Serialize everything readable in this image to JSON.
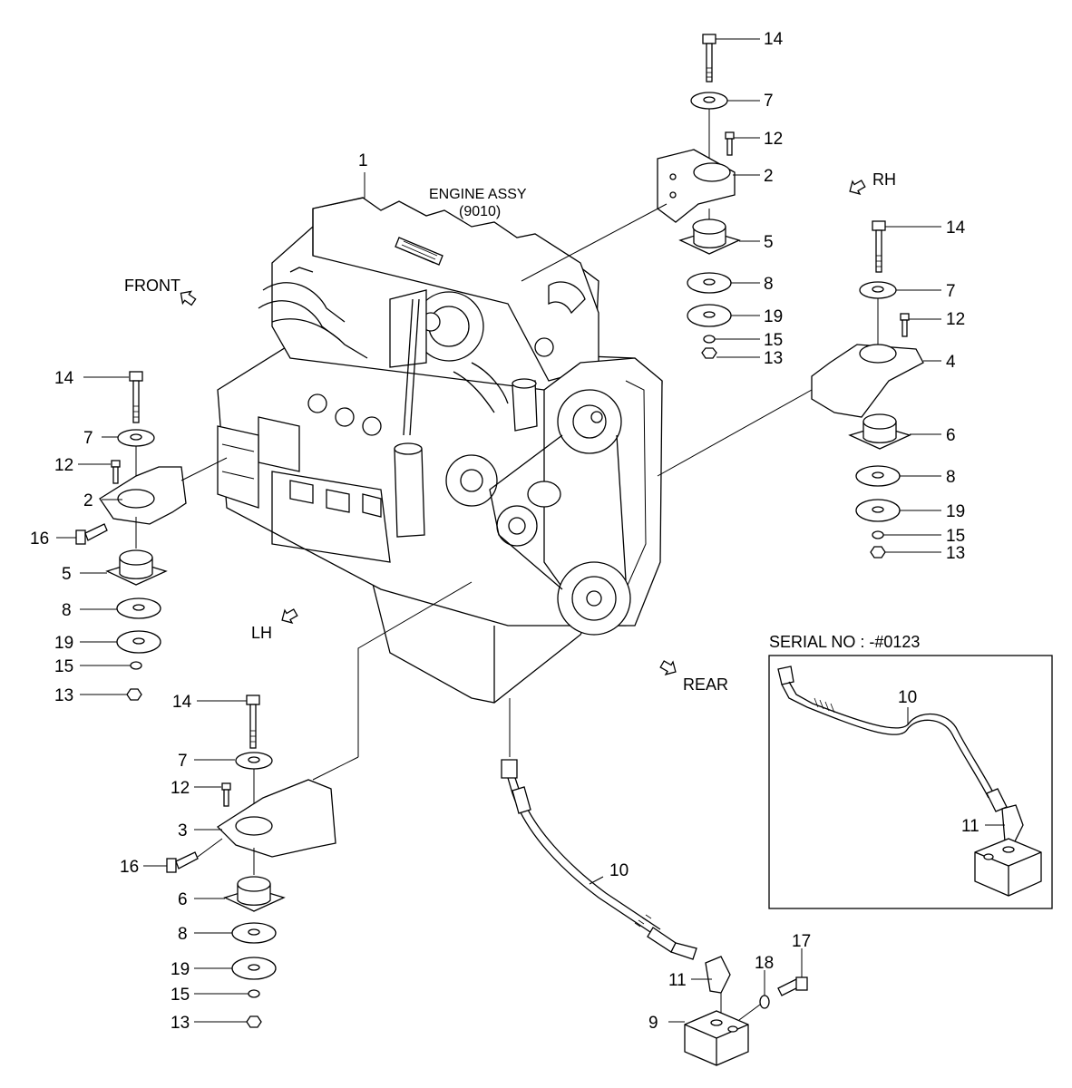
{
  "diagram": {
    "engine_label": "ENGINE ASSY",
    "engine_code": "(9010)",
    "directions": {
      "front": "FRONT",
      "rear": "REAR",
      "lh": "LH",
      "rh": "RH"
    },
    "inset": {
      "title": "SERIAL NO : -#0123",
      "labels": [
        "10",
        "11"
      ]
    },
    "callouts": {
      "engine": "1",
      "rh_mount": [
        "14",
        "7",
        "12",
        "2",
        "5",
        "8",
        "19",
        "15",
        "13"
      ],
      "rear_rh_mount": [
        "14",
        "7",
        "12",
        "4",
        "6",
        "8",
        "19",
        "15",
        "13"
      ],
      "lh_mount": [
        "14",
        "7",
        "12",
        "2",
        "16",
        "5",
        "8",
        "19",
        "15",
        "13"
      ],
      "rear_lh_mount": [
        "14",
        "7",
        "12",
        "3",
        "16",
        "6",
        "8",
        "19",
        "15",
        "13"
      ],
      "hose": [
        "10",
        "11",
        "18",
        "17",
        "9"
      ]
    }
  }
}
